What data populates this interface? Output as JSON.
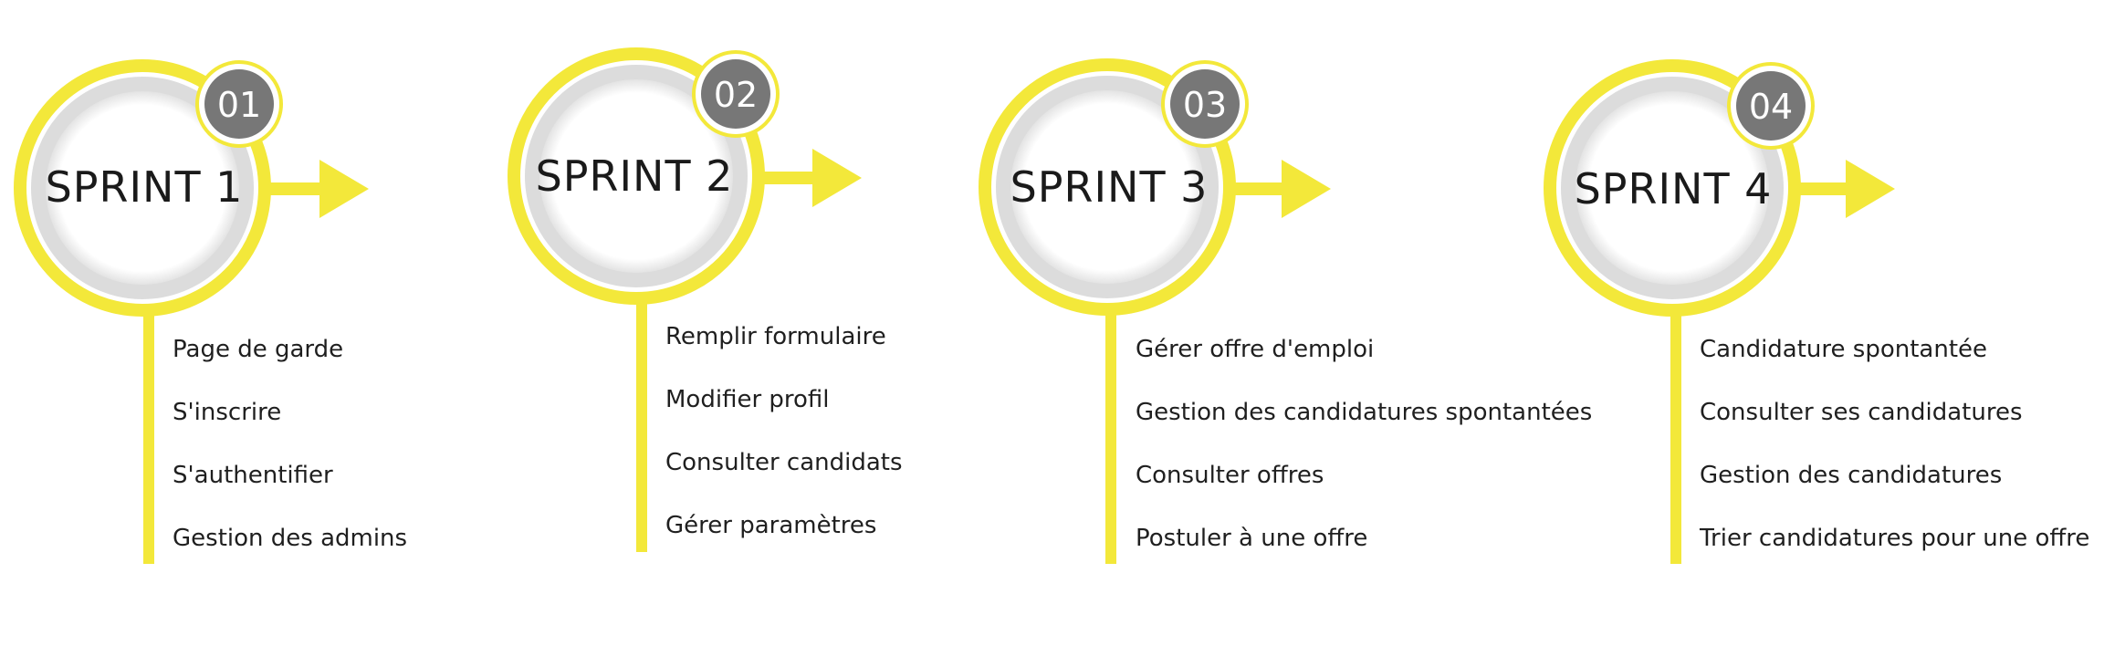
{
  "colors": {
    "accent": "#f3e83a",
    "badge": "#777777",
    "ring_inner": "#d9d9d9"
  },
  "sprints": [
    {
      "number": "01",
      "title": "SPRINT 1",
      "items": [
        "Page de garde",
        "S'inscrire",
        "S'authentifier",
        "Gestion des admins"
      ]
    },
    {
      "number": "02",
      "title": "SPRINT 2",
      "items": [
        "Remplir formulaire",
        "Modifier profil",
        "Consulter candidats",
        "Gérer paramètres"
      ]
    },
    {
      "number": "03",
      "title": "SPRINT 3",
      "items": [
        "Gérer offre d'emploi",
        "Gestion des candidatures spontantées",
        "Consulter offres",
        "Postuler à une offre"
      ]
    },
    {
      "number": "04",
      "title": "SPRINT 4",
      "items": [
        "Candidature spontantée",
        "Consulter ses candidatures",
        "Gestion des candidatures",
        "Trier candidatures pour une offre"
      ]
    }
  ]
}
